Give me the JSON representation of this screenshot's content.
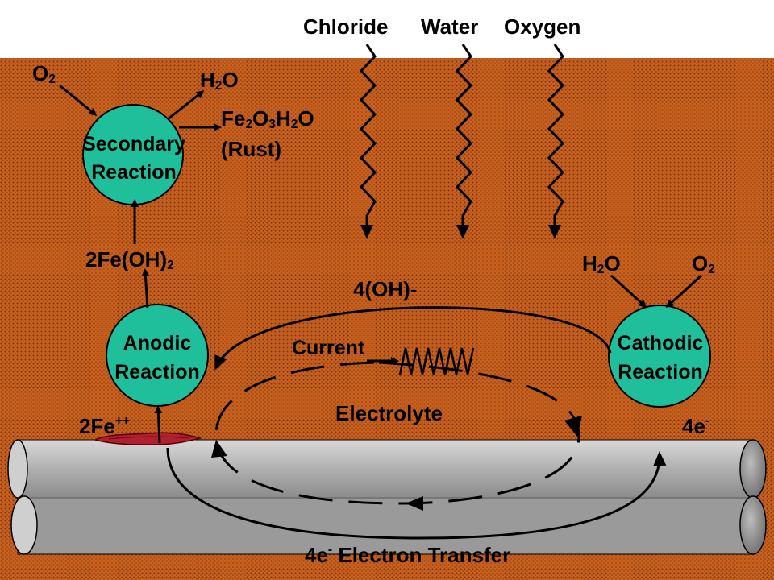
{
  "header": {
    "chloride": "Chloride",
    "water": "Water",
    "oxygen": "Oxygen"
  },
  "secondary": {
    "o2": "O",
    "o2_sub": "2",
    "h2o_h": "H",
    "h2o_sub": "2",
    "h2o_o": "O",
    "rust_fe": "Fe",
    "rust_sub1": "2",
    "rust_o": "O",
    "rust_sub2": "3",
    "rust_h": "H",
    "rust_sub3": "2",
    "rust_o2": "O",
    "rust_label": "(Rust)",
    "circle_line1": "Secondary",
    "circle_line2": "Reaction"
  },
  "intermediate": {
    "fe_oh": "2Fe(OH)",
    "fe_oh_sub": "2"
  },
  "anodic": {
    "line1": "Anodic",
    "line2": "Reaction",
    "ion": "2Fe",
    "ion_sup": "++"
  },
  "cathodic": {
    "h2o_h": "H",
    "h2o_sub": "2",
    "h2o_o": "O",
    "o2": "O",
    "o2_sub": "2",
    "line1": "Cathodic",
    "line2": "Reaction",
    "electrons": "4e",
    "electrons_sup": "-"
  },
  "electrolyte": {
    "hydroxide": "4(OH)-",
    "current": "Current",
    "label": "Electrolyte"
  },
  "metal": {
    "transfer_pre": "4e",
    "transfer_sup": "-",
    "transfer_post": " Electron Transfer"
  },
  "colors": {
    "soil": "#c8601e",
    "soil_dots": "#7a3410",
    "reaction_circle": "#1ebf9a",
    "pipe": "#b4b4b4",
    "pit": "#b02030"
  }
}
